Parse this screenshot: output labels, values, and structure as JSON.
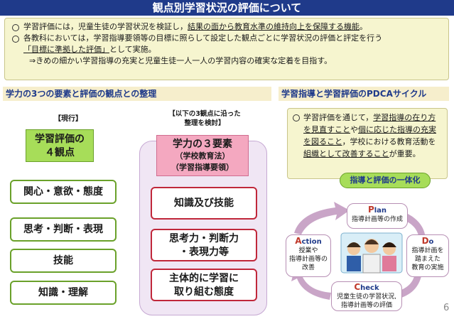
{
  "title": "観点別学習状況の評価について",
  "summary": {
    "b1_pre": "学習評価には，児童生徒の学習状況を検証し，",
    "b1_u": "結果の面から教育水準の維持向上を保障する機能",
    "b1_post": "。",
    "b2_pre": "各教科においては，学習指導要領等の目標に照らして設定した観点ごとに学習状況の評価と評定を行う",
    "b2_u": "「目標に準拠した評価」",
    "b2_post": "として実施。",
    "b3": "⇒きめの細かい学習指導の充実と児童生徒一人一人の学習内容の確実な定着を目指す。"
  },
  "left": {
    "header": "学力の3つの要素と評価の観点との整理",
    "current_label": "【現行】",
    "four_title_1": "学習評価の",
    "four_title_2": "４観点",
    "items": [
      "関心・意欲・態度",
      "思考・判断・表現",
      "技能",
      "知識・理解"
    ],
    "new_label_1": "【以下の3観点に沿った",
    "new_label_2": "整理を検討】",
    "three_title": "学力の３要素",
    "three_sub1": "（学校教育法）",
    "three_sub2": "（学習指導要領）",
    "new_items": [
      {
        "l1": "知識及び技能",
        "l2": ""
      },
      {
        "l1": "思考力・判断力",
        "l2": "・表現力等"
      },
      {
        "l1": "主体的に学習に",
        "l2": "取り組む態度"
      }
    ]
  },
  "right": {
    "header": "学習指導と学習評価のPDCAサイクル",
    "t1": "学習評価を通じて，",
    "t2": "学習指導の在り方を見直すこと",
    "t3": "や",
    "t4": "個に応じた指導の充実を図ること",
    "t5": "，学校における教育活動を",
    "t6": "組織として改善すること",
    "t7": "が重要。",
    "unify": "指導と評価の一体化",
    "plan": {
      "letter": "P",
      "rest": "lan",
      "desc": "指導計画等の作成"
    },
    "do": {
      "letter": "D",
      "rest": "o",
      "desc1": "指導計画を",
      "desc2": "踏まえた",
      "desc3": "教育の実施"
    },
    "check": {
      "letter": "C",
      "rest": "heck",
      "desc1": "児童生徒の学習状況,",
      "desc2": "指導計画等の評価"
    },
    "action": {
      "letter": "A",
      "rest": "ction",
      "desc1": "授業や",
      "desc2": "指導計画等の",
      "desc3": "改善"
    }
  },
  "page_number": "6"
}
